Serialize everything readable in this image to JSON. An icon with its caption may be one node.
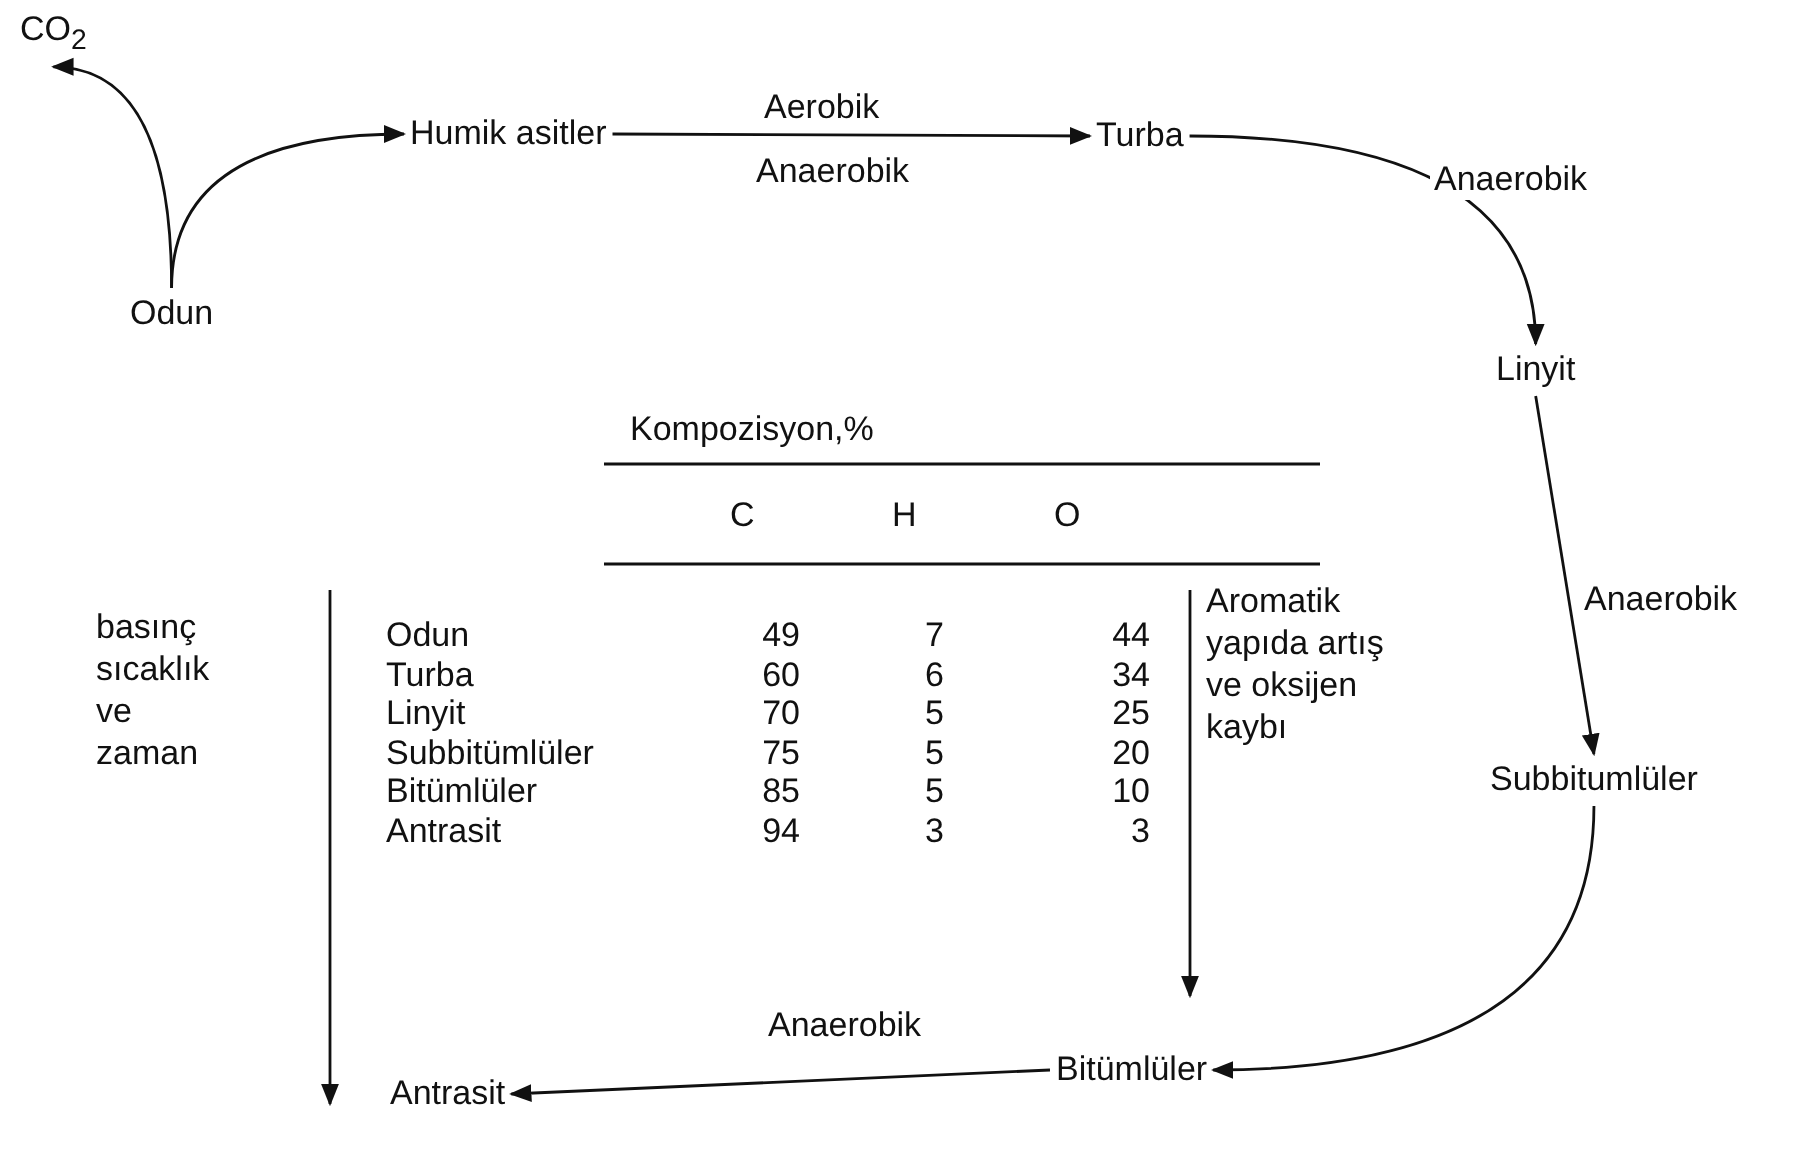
{
  "diagram": {
    "nodes": [
      {
        "text": [
          "CO$_{2}$"
        ]
      },
      {
        "text": [
          "Odun"
        ]
      },
      {
        "text": [
          "Humik asitler"
        ]
      },
      {
        "text": [
          "Turba"
        ]
      },
      {
        "text": [
          "Linyit"
        ]
      },
      {
        "text": [
          "Subbitumlüler"
        ]
      },
      {
        "text": [
          "Bitümlüler"
        ]
      },
      {
        "text": [
          "Antrasit"
        ]
      }
    ],
    "edges": [
      {
        "from": 1,
        "to": 0,
        "arrow": "to"
      },
      {
        "from": 1,
        "to": 2,
        "arrow": "to"
      },
      {
        "from": 2,
        "to": 3,
        "arrow": "to",
        "label": "Aerobik"
      },
      {
        "from": 3,
        "to": 4,
        "arrow": "to",
        "label": "Anaerobik"
      },
      {
        "from": 4,
        "to": 5,
        "arrow": "to",
        "label": "Anaerobik"
      },
      {
        "from": 5,
        "to": 6,
        "arrow": "to"
      },
      {
        "from": 6,
        "to": 7,
        "arrow": "to",
        "label": "Anaerobik"
      }
    ],
    "labels": [
      "Anaerobik",
      "Kompozisyon,%",
      "C",
      "H",
      "O",
      "Odun",
      "49",
      "7",
      "44",
      "Turba",
      "60",
      "6",
      "34",
      "Linyit",
      "70",
      "5",
      "25",
      "Subbitümlüler",
      "75",
      "5",
      "20",
      "Bitümlüler",
      "85",
      "5",
      "10",
      "Antrasit",
      "94",
      "3",
      "3",
      "basınç sıcaklık ve zaman",
      "Aromatik yapıda artış ve oksijen kaybı"
    ]
  }
}
